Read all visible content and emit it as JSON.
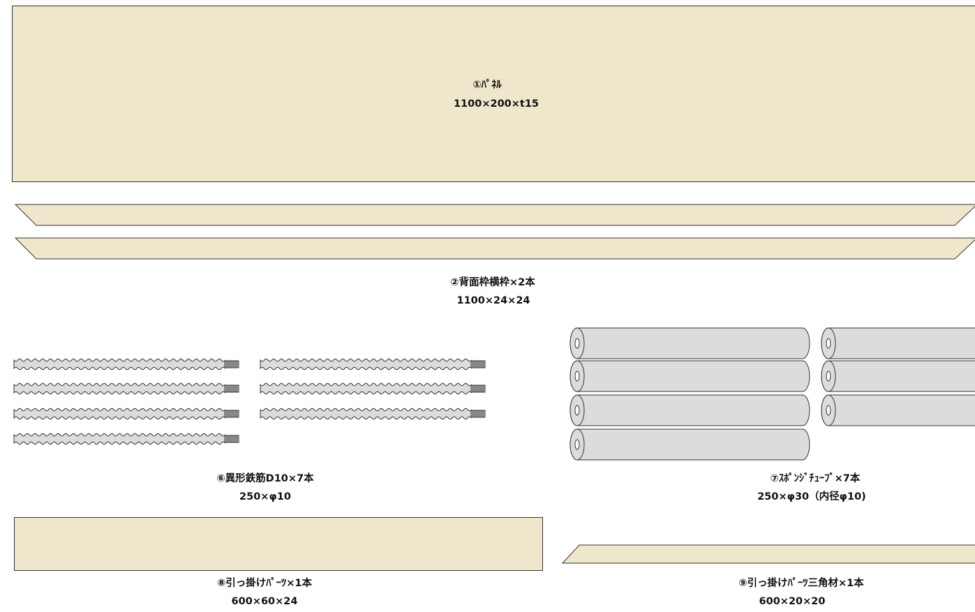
{
  "colors": {
    "panel_fill": "#efe7cb",
    "tube_fill": "#dcdcdc",
    "stroke": "#333333",
    "background": "#ffffff"
  },
  "parts": {
    "panel": {
      "name": "①ﾊﾟﾈﾙ",
      "size": "1100×200×t15"
    },
    "back_frame": {
      "name": "②背面枠横枠×2本",
      "size": "1100×24×24",
      "count": 2
    },
    "rebar": {
      "name": "⑥異形鉄筋D10×7本",
      "size": "250×φ10",
      "count": 7
    },
    "sponge_tube": {
      "name": "⑦ｽﾎﾟﾝｼﾞﾁｭｰﾌﾞ×7本",
      "size": "250×φ30（内径φ10)",
      "count": 7
    },
    "hook_part": {
      "name": "⑧引っ掛けﾊﾟｰﾂ×1本",
      "size": "600×60×24",
      "count": 1
    },
    "hook_triangle": {
      "name": "⑨引っ掛けﾊﾟｰﾂ三角材×1本",
      "size": "600×20×20",
      "count": 1
    }
  }
}
